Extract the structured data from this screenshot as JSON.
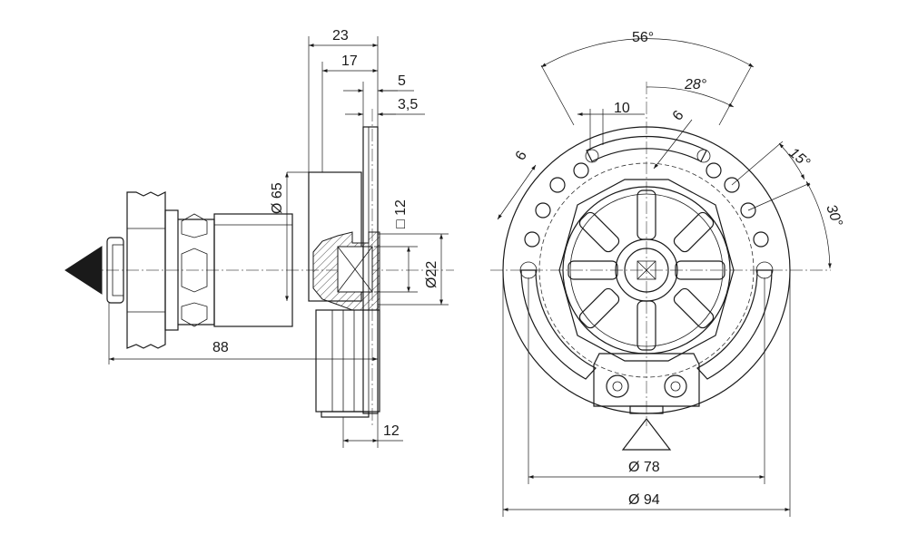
{
  "side_view": {
    "dim_width_23": "23",
    "dim_width_17": "17",
    "dim_width_5": "5",
    "dim_width_3_5": "3,5",
    "dim_dia_65": "Ø 65",
    "dim_square_12": "□ 12",
    "dim_dia_22": "Ø22",
    "dim_length_88": "88",
    "dim_depth_12": "12"
  },
  "front_view": {
    "dim_angle_56": "56°",
    "dim_angle_28": "28°",
    "dim_width_10": "10",
    "dim_6_left": "6",
    "dim_6_top": "6",
    "dim_angle_15": "15°",
    "dim_angle_30": "30°",
    "dim_dia_78": "Ø 78",
    "dim_dia_94": "Ø 94"
  }
}
